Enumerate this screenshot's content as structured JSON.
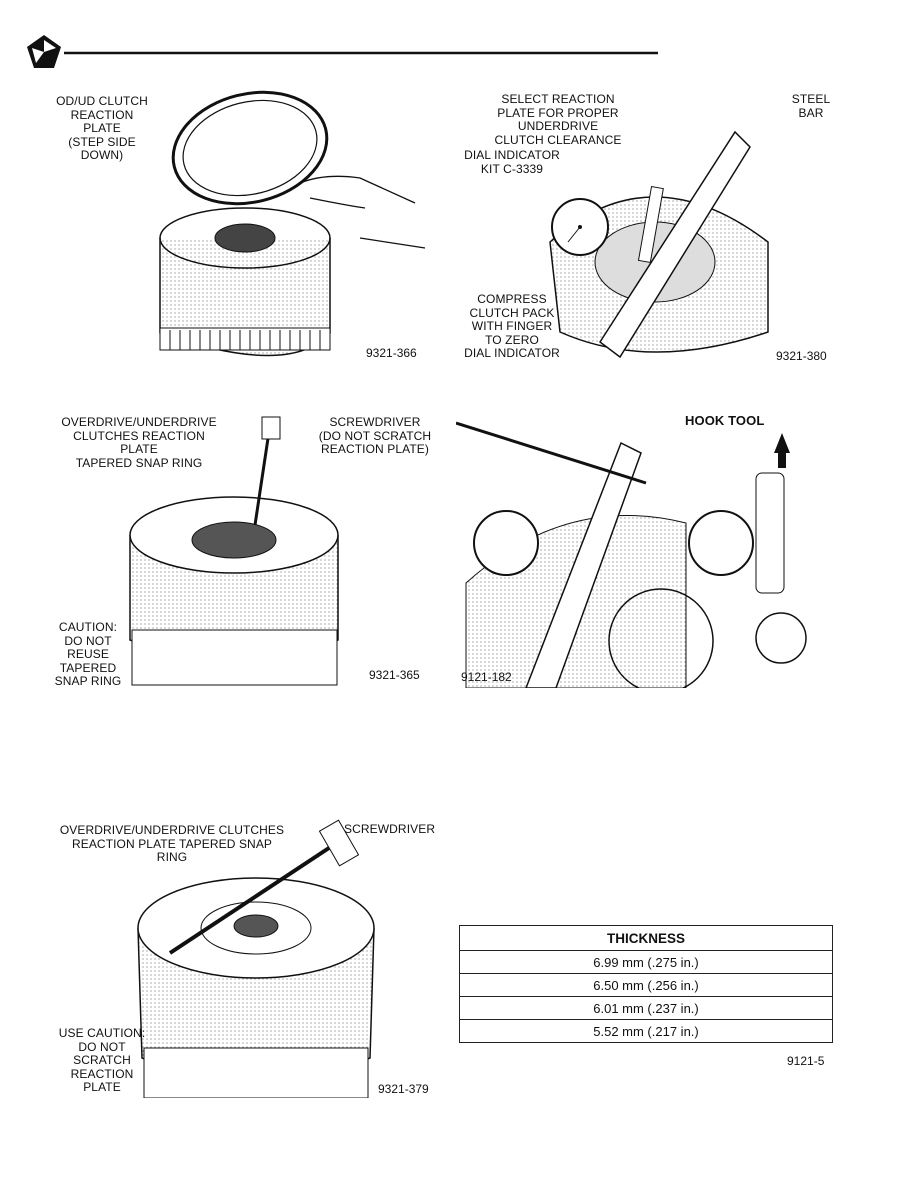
{
  "header": {
    "logo": "pentastar-logo"
  },
  "figures": [
    {
      "id": "fig1",
      "number": "9321-366",
      "labels": {
        "plate": "OD/UD CLUTCH\nREACTION\nPLATE\n(STEP SIDE\nDOWN)"
      }
    },
    {
      "id": "fig2",
      "number": "9321-380",
      "labels": {
        "select": "SELECT REACTION\nPLATE FOR PROPER UNDERDRIVE\nCLUTCH CLEARANCE",
        "steel": "STEEL\nBAR",
        "dial": "DIAL INDICATOR\nKIT C-3339",
        "compress": "COMPRESS\nCLUTCH PACK\nWITH FINGER\nTO ZERO\nDIAL INDICATOR"
      }
    },
    {
      "id": "fig3",
      "number": "9321-365",
      "labels": {
        "ring": "OVERDRIVE/UNDERDRIVE\nCLUTCHES REACTION PLATE\nTAPERED SNAP RING",
        "screwdriver": "SCREWDRIVER\n(DO NOT SCRATCH\nREACTION PLATE)",
        "caution": "CAUTION:\nDO NOT\nREUSE\nTAPERED\nSNAP RING"
      }
    },
    {
      "id": "fig4",
      "number": "9121-182",
      "labels": {
        "hook": "HOOK TOOL"
      }
    },
    {
      "id": "fig5",
      "number": "9321-379",
      "labels": {
        "ring": "OVERDRIVE/UNDERDRIVE CLUTCHES\nREACTION PLATE TAPERED SNAP RING",
        "screwdriver": "SCREWDRIVER",
        "caution": "USE CAUTION:\nDO NOT\nSCRATCH\nREACTION\nPLATE"
      }
    }
  ],
  "thickness_table": {
    "header": "THICKNESS",
    "rows": [
      "6.99 mm (.275 in.)",
      "6.50 mm (.256 in.)",
      "6.01 mm (.237 in.)",
      "5.52 mm (.217 in.)"
    ],
    "number": "9121-5"
  }
}
